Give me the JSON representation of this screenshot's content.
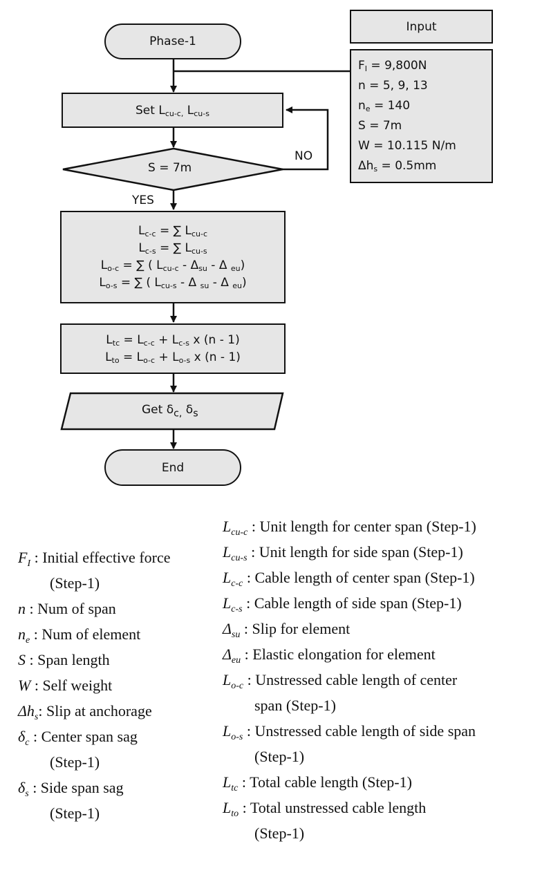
{
  "flowchart": {
    "start": "Phase-1",
    "set_step": {
      "prefix": "Set ",
      "items": [
        {
          "base": "L",
          "sub": "cu-c,"
        },
        {
          "base": " L",
          "sub": "cu-s"
        }
      ]
    },
    "decision": "S = 7m",
    "decision_no": "NO",
    "decision_yes": "YES",
    "sum_step": [
      "L<sub>c-c</sub> = ∑ L<sub>cu-c</sub>",
      "L<sub>c-s</sub> = ∑ L<sub>cu-s</sub>",
      "L<sub>o-c</sub> = ∑ ( L<sub>cu-c</sub> - Δ<sub>su</sub> - Δ <sub>eu</sub>)",
      "L<sub>o-s</sub> = ∑ ( L<sub>cu-s</sub> - Δ <sub>su</sub> - Δ <sub>eu</sub>)"
    ],
    "total_step": [
      "L<sub>tc</sub> = L<sub>c-c</sub> + L<sub>c-s</sub> x (n - 1)",
      "L<sub>to</sub> = L<sub>o-c</sub> + L<sub>o-s</sub> x (n - 1)"
    ],
    "output_step": "Get δ<sub>c,</sub> δ<sub>s</sub>",
    "end": "End"
  },
  "input": {
    "title": "Input",
    "values": [
      "F<sub>I</sub> = 9,800N",
      "n = 5, 9, 13",
      "n<sub>e</sub> = 140",
      "S = 7m",
      "W =  10.115 N/m",
      "Δh<sub>s</sub> = 0.5mm"
    ]
  },
  "legend_left": [
    {
      "sym": "F<sub>I</sub>",
      "desc": " : Initial effective force"
    },
    {
      "cont": "(Step-1)"
    },
    {
      "sym": "n",
      "desc": " : Num of span"
    },
    {
      "sym": "n<sub>e</sub>",
      "desc": " : Num of element"
    },
    {
      "sym": "S",
      "desc": " : Span length"
    },
    {
      "sym": "W",
      "desc": " : Self weight"
    },
    {
      "sym": "Δh<sub>s</sub>",
      "desc": ": Slip at anchorage"
    },
    {
      "sym": "δ<sub>c</sub>",
      "desc": " : Center span sag"
    },
    {
      "cont": "(Step-1)"
    },
    {
      "sym": "δ<sub>s</sub>",
      "desc": " : Side span sag"
    },
    {
      "cont": "(Step-1)"
    }
  ],
  "legend_right": [
    {
      "sym": "L<sub>cu-c</sub>",
      "desc": " : Unit length for center span (Step-1)"
    },
    {
      "sym": "L<sub>cu-s</sub>",
      "desc": " : Unit length for side span (Step-1)"
    },
    {
      "sym": "L<sub>c-c</sub>",
      "desc": " : Cable length of center span (Step-1)"
    },
    {
      "sym": "L<sub>c-s</sub>",
      "desc": " : Cable length of side span (Step-1)"
    },
    {
      "sym": "Δ<sub>su</sub>",
      "desc": " : Slip for element"
    },
    {
      "sym": "Δ<sub>eu</sub>",
      "desc": " : Elastic elongation for element"
    },
    {
      "sym": "L<sub>o-c</sub>",
      "desc": " : Unstressed cable length of center"
    },
    {
      "cont": "span (Step-1)"
    },
    {
      "sym": "L<sub>o-s</sub>",
      "desc": " : Unstressed cable length of side span"
    },
    {
      "cont": "(Step-1)"
    },
    {
      "sym": "L<sub>tc</sub>",
      "desc": " : Total cable length (Step-1)"
    },
    {
      "sym": "L<sub>to</sub>",
      "desc": " : Total unstressed cable length"
    },
    {
      "cont": "(Step-1)"
    }
  ]
}
